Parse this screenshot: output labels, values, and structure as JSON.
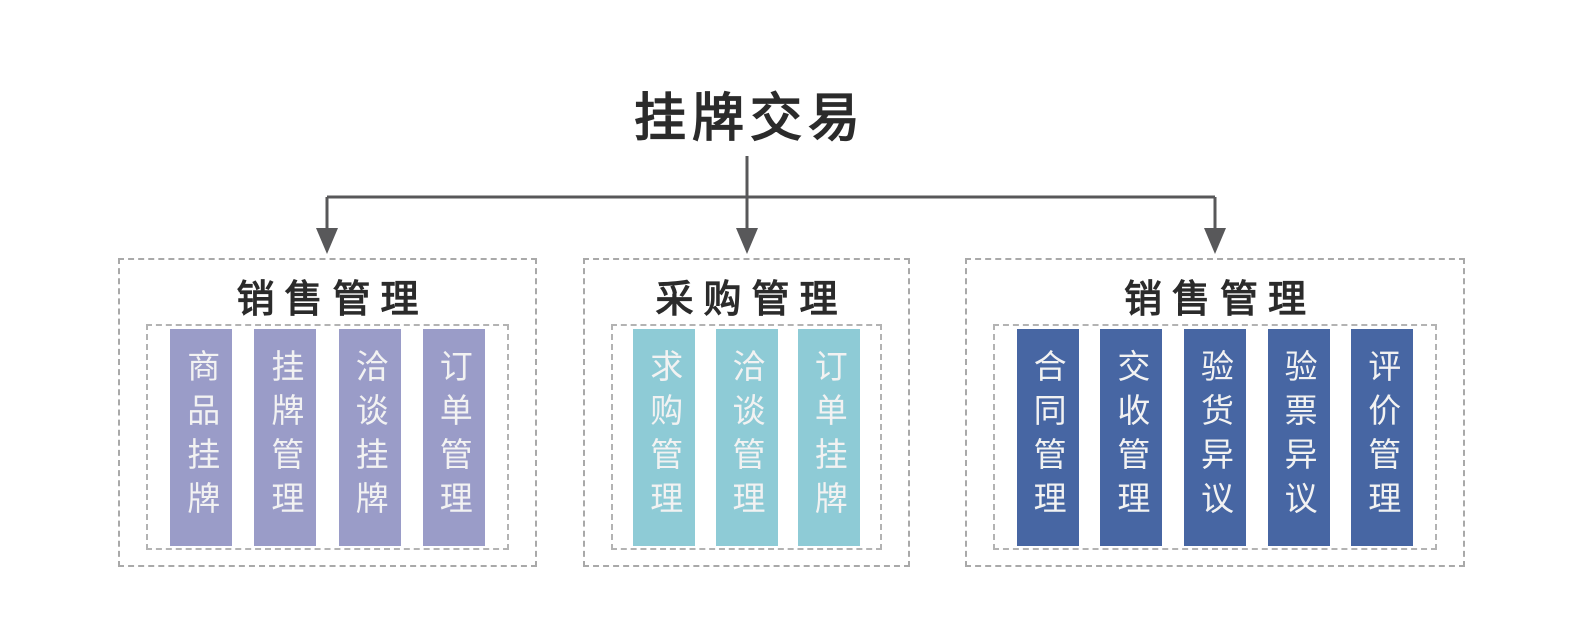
{
  "title": "挂牌交易",
  "groups": [
    {
      "title": "销售管理",
      "color": "#9a9cc8",
      "items": [
        "商品挂牌",
        "挂牌管理",
        "洽谈挂牌",
        "订单管理"
      ]
    },
    {
      "title": "采购管理",
      "color": "#8ecbd6",
      "items": [
        "求购管理",
        "洽谈管理",
        "订单挂牌"
      ]
    },
    {
      "title": "销售管理",
      "color": "#4766a3",
      "items": [
        "合同管理",
        "交收管理",
        "验货异议",
        "验票异议",
        "评价管理"
      ]
    }
  ],
  "colors": {
    "title_text": "#2b2b2b",
    "bar_text": "#f2f2f2",
    "border_dashed": "#a9a9a9",
    "arrow": "#58585a",
    "background": "#ffffff"
  }
}
